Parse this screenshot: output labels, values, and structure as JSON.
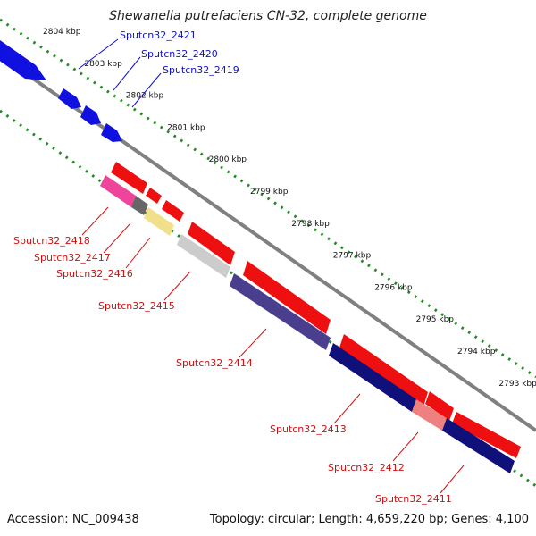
{
  "title": "Shewanella putrefaciens CN-32, complete genome",
  "footer": {
    "accession": "Accession: NC_009438",
    "summary": "Topology: circular; Length: 4,659,220 bp; Genes: 4,100"
  },
  "ticks": [
    "2804 kbp",
    "2803 kbp",
    "2802 kbp",
    "2801 kbp",
    "2800 kbp",
    "2799 kbp",
    "2798 kbp",
    "2797 kbp",
    "2796 kbp",
    "2795 kbp",
    "2794 kbp",
    "2793 kbp"
  ],
  "forward_genes": [
    "Sputcn32_2421",
    "Sputcn32_2420",
    "Sputcn32_2419"
  ],
  "reverse_genes": [
    "Sputcn32_2418",
    "Sputcn32_2417",
    "Sputcn32_2416",
    "Sputcn32_2415",
    "Sputcn32_2414",
    "Sputcn32_2413",
    "Sputcn32_2412",
    "Sputcn32_2411"
  ],
  "colors": {
    "forward": "#1010e0",
    "cds_red": "#ee1010",
    "pink": "#ee4499",
    "dark_gray": "#666666",
    "yellow": "#f0e08a",
    "light_gray": "#cccccc",
    "purple": "#4a3f8f",
    "navy": "#10107a",
    "salmon": "#ee8080",
    "backbone": "#777777",
    "tick_green": "#228b22"
  }
}
